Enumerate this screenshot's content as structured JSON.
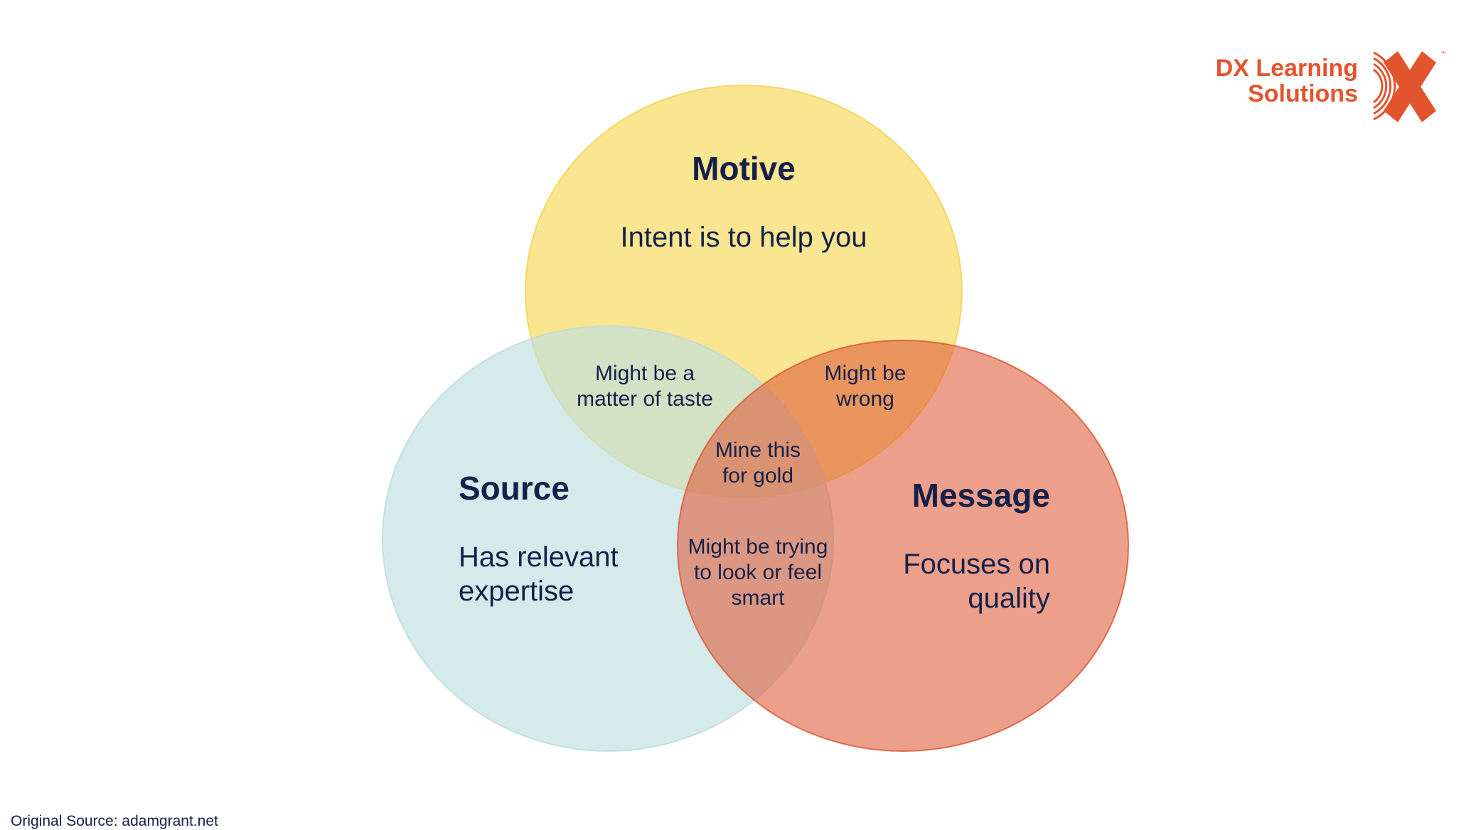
{
  "colors": {
    "motive": "#f7d54c",
    "source": "#bfe0e1",
    "message": "#e05f3c",
    "text": "#15204a",
    "brand": "#e2542e"
  },
  "brand": {
    "line1": "DX Learning",
    "line2": "Solutions",
    "logo_icon": "dx-x-logo-icon"
  },
  "circles": {
    "motive": {
      "title": "Motive",
      "text": "Intent is to help you"
    },
    "source": {
      "title": "Source",
      "text_line1": "Has relevant",
      "text_line2": "expertise"
    },
    "message": {
      "title": "Message",
      "text_line1": "Focuses on",
      "text_line2": "quality"
    }
  },
  "overlaps": {
    "motive_source": {
      "line1": "Might be a",
      "line2": "matter of taste"
    },
    "motive_message": {
      "line1": "Might be",
      "line2": "wrong"
    },
    "all_three": {
      "line1": "Mine this",
      "line2": "for gold"
    },
    "source_message": {
      "line1": "Might be trying",
      "line2": "to look or feel",
      "line3": "smart"
    }
  },
  "footer": {
    "text": "Original Source: adamgrant.net"
  }
}
